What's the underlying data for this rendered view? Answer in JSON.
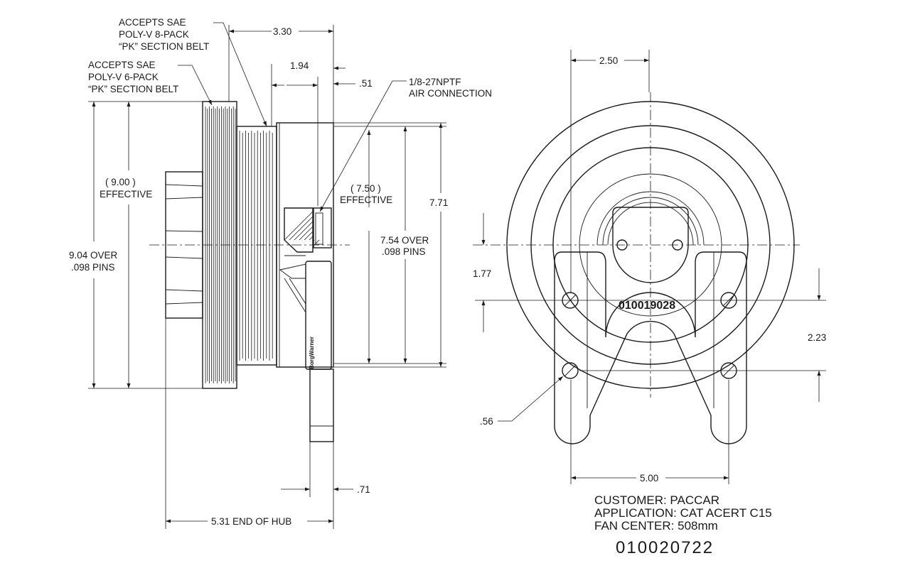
{
  "side_view": {
    "labels": {
      "belt8_line1": "ACCEPTS SAE",
      "belt8_line2": "POLY-V 8-PACK",
      "belt8_line3": "“PK” SECTION BELT",
      "belt6_line1": "ACCEPTS SAE",
      "belt6_line2": "POLY-V 6-PACK",
      "belt6_line3": "“PK” SECTION BELT",
      "air_line1": "1/8-27NPTF",
      "air_line2": "AIR CONNECTION",
      "brand_stamp": "BorgWarner"
    },
    "dims": {
      "d330": "3.30",
      "d194": "1.94",
      "d051": ".51",
      "d900_value": "( 9.00 )",
      "d900_note": "EFFECTIVE",
      "d904_line1": "9.04 OVER",
      "d904_line2": ".098 PINS",
      "d750_value": "( 7.50 )",
      "d750_note": "EFFECTIVE",
      "d754_line1": "7.54 OVER",
      "d754_line2": ".098 PINS",
      "d771": "7.71",
      "d071": ".71",
      "d531": "5.31 END OF HUB"
    }
  },
  "front_view": {
    "part_stamp": "010019028",
    "dims": {
      "d250": "2.50",
      "d177": "1.77",
      "d223": "2.23",
      "d056": ".56",
      "d500": "5.00"
    }
  },
  "title_block": {
    "customer": "CUSTOMER: PACCAR",
    "application": "APPLICATION: CAT ACERT C15",
    "fan_center": "FAN CENTER: 508mm",
    "part_number": "010020722"
  }
}
